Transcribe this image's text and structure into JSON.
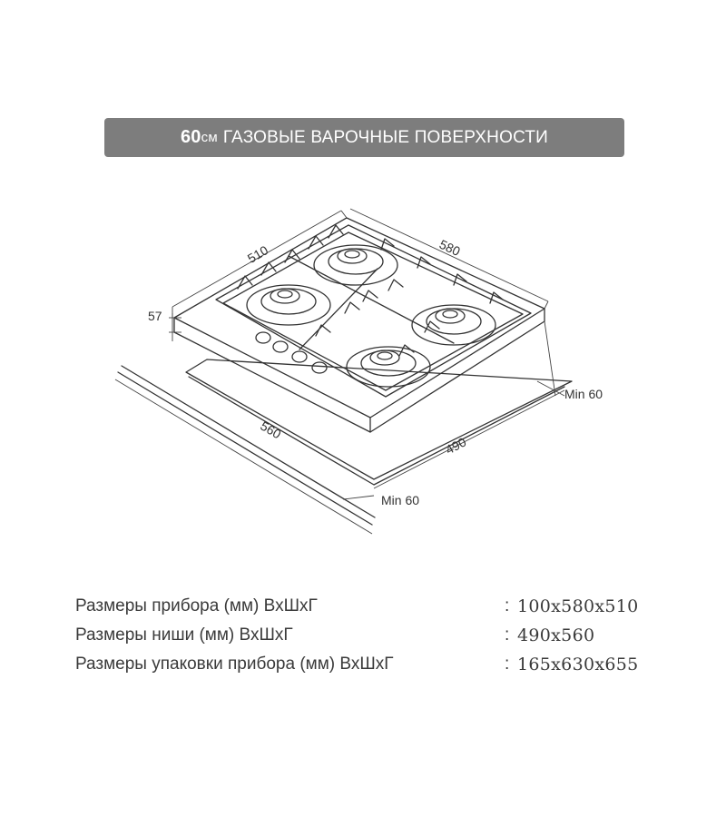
{
  "banner": {
    "size": "60",
    "unit": "см",
    "title": "ГАЗОВЫЕ ВАРОЧНЫЕ ПОВЕРХНОСТИ"
  },
  "dimensions": {
    "depth": "510",
    "width": "580",
    "height": "57",
    "cutout_width": "560",
    "cutout_depth": "490",
    "clearance_right": "Min 60",
    "clearance_front": "Min 60"
  },
  "specs": [
    {
      "label": "Размеры прибора (мм) ВхШхГ",
      "sep": ":",
      "value": "100x580x510"
    },
    {
      "label": "Размеры ниши (мм) ВхШхГ",
      "sep": ":",
      "value": "490x560"
    },
    {
      "label": "Размеры упаковки прибора (мм) ВхШхГ",
      "sep": ":",
      "value": "165x630x655"
    }
  ],
  "colors": {
    "banner_bg": "#7d7d7d",
    "banner_text": "#ffffff",
    "line": "#333333"
  },
  "icons": [
    "gas-hob-drawing"
  ]
}
